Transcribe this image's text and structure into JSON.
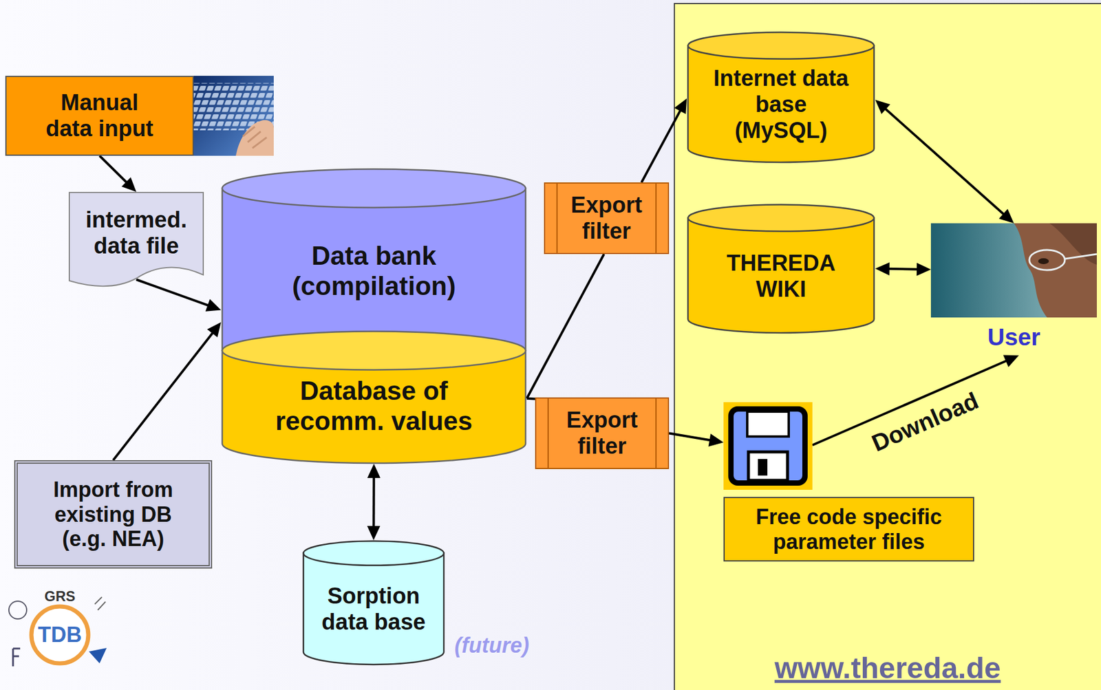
{
  "diagram": {
    "nodes": [
      {
        "text": [
          "Manual data input"
        ]
      },
      {
        "text": [
          "intermed. data file"
        ]
      },
      {
        "text": [
          "Import from existing DB (e.g. NEA)"
        ]
      },
      {
        "text": [
          "Data bank (compilation)"
        ]
      },
      {
        "text": [
          "Database of recomm. values"
        ]
      },
      {
        "text": [
          "Sorption data base"
        ]
      },
      {
        "text": [
          "Export filter"
        ]
      },
      {
        "text": [
          "Export filter"
        ]
      },
      {
        "text": [
          "www.thereda.de"
        ]
      },
      {
        "text": [
          "Internet data base (MySQL)"
        ],
        "in": 8
      },
      {
        "text": [
          "THEREDA WIKI"
        ],
        "in": 8
      },
      {
        "text": [
          "User"
        ],
        "in": 8
      },
      {
        "text": [
          "Free code specific parameter files"
        ],
        "in": 8
      }
    ],
    "edges": [
      {
        "from": 0,
        "to": 1,
        "arrow": "to"
      },
      {
        "from": 1,
        "to": 3,
        "arrow": "to"
      },
      {
        "from": 2,
        "to": 3,
        "arrow": "to"
      },
      {
        "from": 4,
        "to": 5,
        "arrow": "both"
      },
      {
        "from": 4,
        "to": 6,
        "arrow": "none"
      },
      {
        "from": 6,
        "to": 9,
        "arrow": "to"
      },
      {
        "from": 4,
        "to": 7,
        "arrow": "none"
      },
      {
        "from": 7,
        "to": 12,
        "arrow": "to"
      },
      {
        "from": 12,
        "to": 11,
        "label": "Download",
        "arrow": "to"
      },
      {
        "from": 9,
        "to": 11,
        "arrow": "both"
      },
      {
        "from": 10,
        "to": 11,
        "arrow": "both"
      }
    ],
    "labels": [
      "(future)",
      "GRS",
      "TDB"
    ]
  }
}
